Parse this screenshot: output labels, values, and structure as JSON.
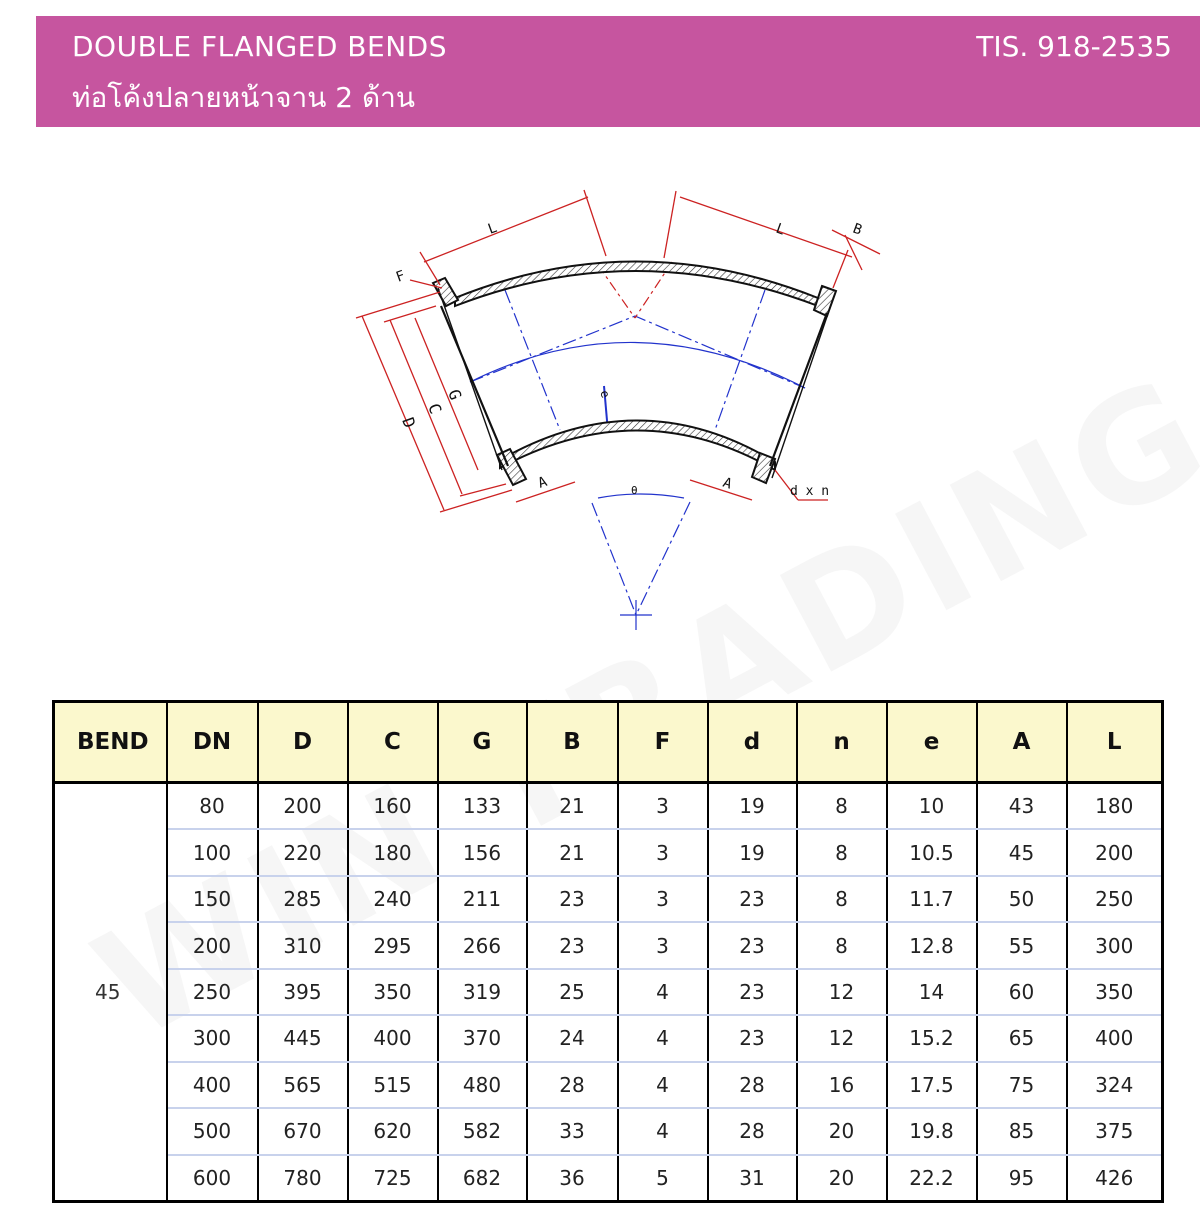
{
  "header": {
    "title_en": "DOUBLE FLANGED BENDS",
    "title_th": "ท่อโค้งปลายหน้าจาน 2 ด้าน",
    "standard": "TIS. 918-2535",
    "background_color": "#c6559f"
  },
  "drawing": {
    "labels": {
      "L_left": "L",
      "L_right": "L",
      "B": "B",
      "F": "F",
      "D": "D",
      "C": "C",
      "G": "G",
      "e": "e",
      "A_left": "A",
      "A_right": "A",
      "theta": "θ",
      "dxn": "d x n"
    }
  },
  "watermark": "WIN TRADING",
  "table": {
    "headers": [
      "BEND",
      "DN",
      "D",
      "C",
      "G",
      "B",
      "F",
      "d",
      "n",
      "e",
      "A",
      "L"
    ],
    "bend": "45",
    "rows": [
      [
        "80",
        "200",
        "160",
        "133",
        "21",
        "3",
        "19",
        "8",
        "10",
        "43",
        "180"
      ],
      [
        "100",
        "220",
        "180",
        "156",
        "21",
        "3",
        "19",
        "8",
        "10.5",
        "45",
        "200"
      ],
      [
        "150",
        "285",
        "240",
        "211",
        "23",
        "3",
        "23",
        "8",
        "11.7",
        "50",
        "250"
      ],
      [
        "200",
        "310",
        "295",
        "266",
        "23",
        "3",
        "23",
        "8",
        "12.8",
        "55",
        "300"
      ],
      [
        "250",
        "395",
        "350",
        "319",
        "25",
        "4",
        "23",
        "12",
        "14",
        "60",
        "350"
      ],
      [
        "300",
        "445",
        "400",
        "370",
        "24",
        "4",
        "23",
        "12",
        "15.2",
        "65",
        "400"
      ],
      [
        "400",
        "565",
        "515",
        "480",
        "28",
        "4",
        "28",
        "16",
        "17.5",
        "75",
        "324"
      ],
      [
        "500",
        "670",
        "620",
        "582",
        "33",
        "4",
        "28",
        "20",
        "19.8",
        "85",
        "375"
      ],
      [
        "600",
        "780",
        "725",
        "682",
        "36",
        "5",
        "31",
        "20",
        "22.2",
        "95",
        "426"
      ]
    ],
    "header_color": "#fbf8cd",
    "row_separator_color": "#c8d2ec"
  }
}
